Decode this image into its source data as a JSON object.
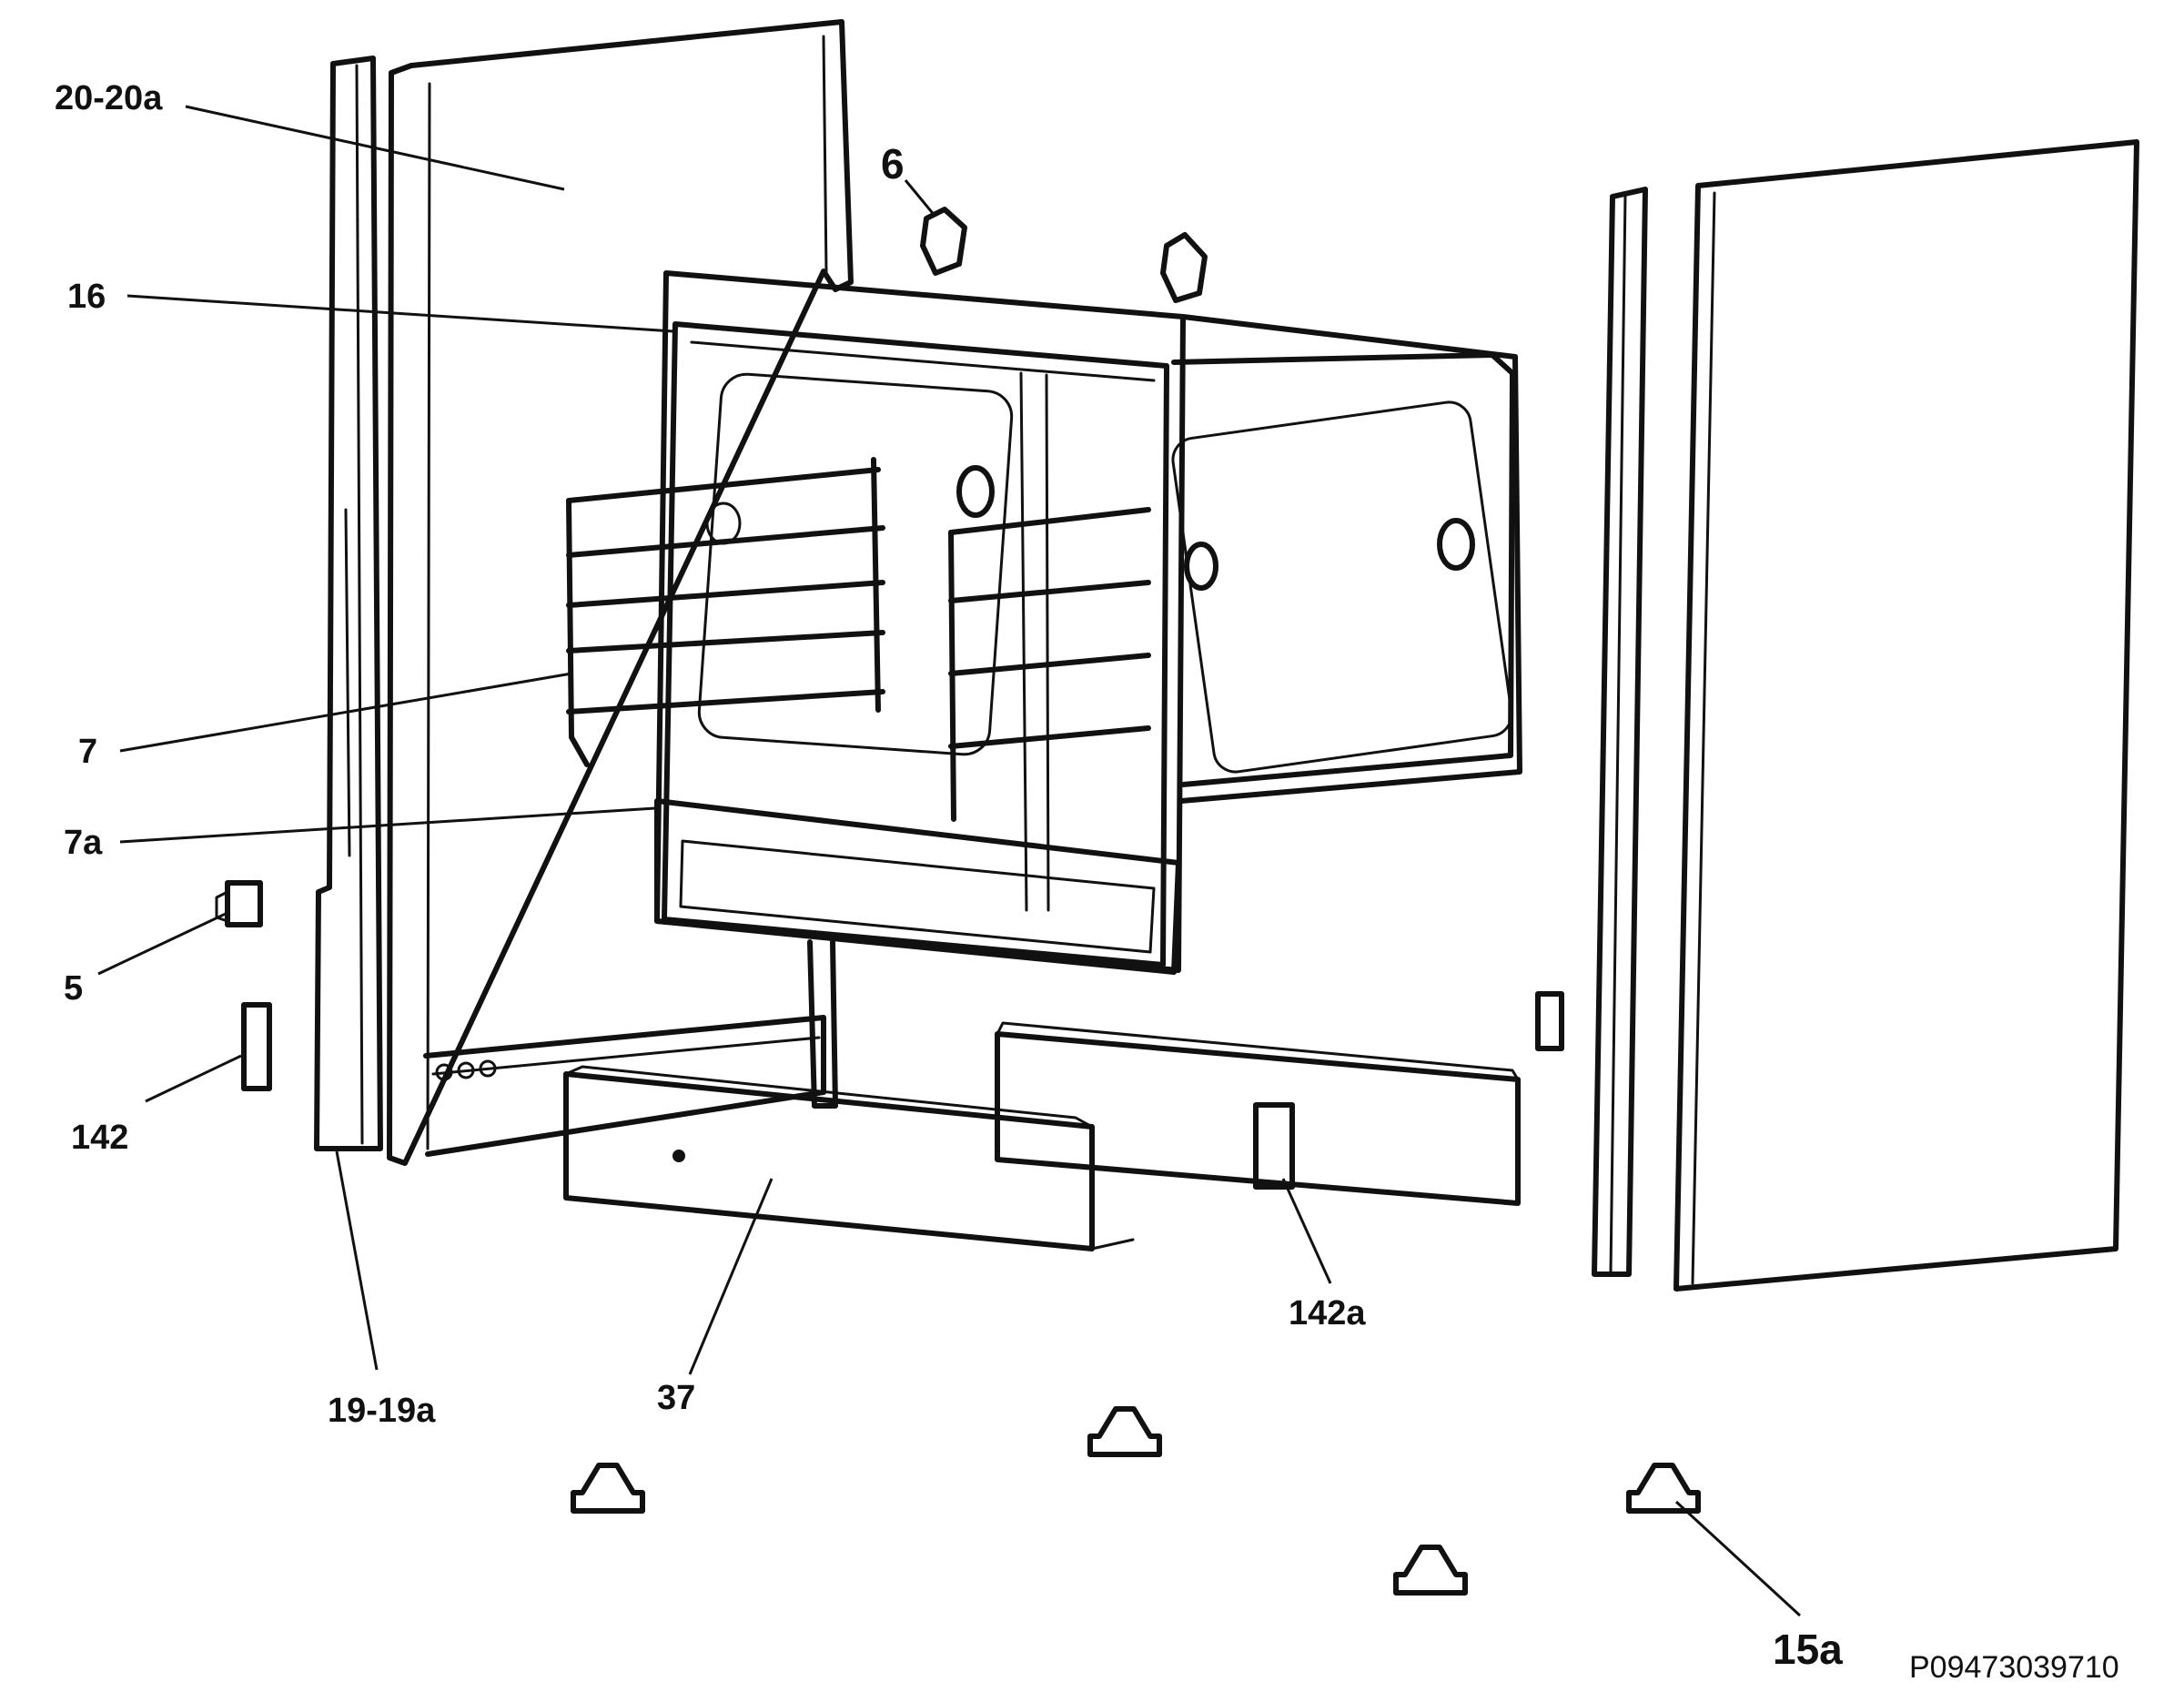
{
  "labels": {
    "l_20_20a": "20-20a",
    "l_16": "16",
    "l_7": "7",
    "l_7a": "7a",
    "l_5": "5",
    "l_142": "142",
    "l_19_19a": "19-19a",
    "l_37": "37",
    "l_6": "6",
    "l_142a": "142a",
    "l_15a": "15a"
  },
  "reference_code": "P09473039710"
}
